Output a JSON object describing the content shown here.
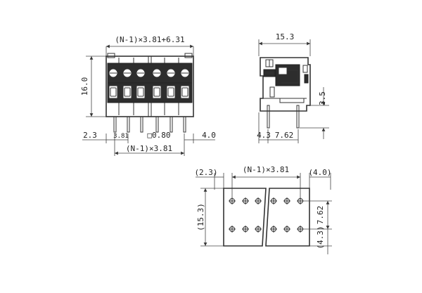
{
  "front_view": {
    "dim_top": "(N-1)×3.81+6.31",
    "dim_height": "16.0",
    "dim_left": "2.3",
    "dim_pitch": "3.81",
    "dim_pin": "□0.80",
    "dim_right": "4.0",
    "dim_bottom": "(N-1)×3.81"
  },
  "side_view": {
    "dim_top": "15.3",
    "dim_pin_height": "3.5",
    "dim_left": "4.3",
    "dim_right": "7.62"
  },
  "footprint_view": {
    "dim_left": "(2.3)",
    "dim_pitch": "(N-1)×3.81",
    "dim_right": "(4.0)",
    "dim_height": "(15.3)",
    "dim_row_spacing": "7.62",
    "dim_bottom_offset": "(4.3)"
  },
  "colors": {
    "line": "#333333",
    "body_fill": "#2d2d2d",
    "background": "#ffffff"
  }
}
